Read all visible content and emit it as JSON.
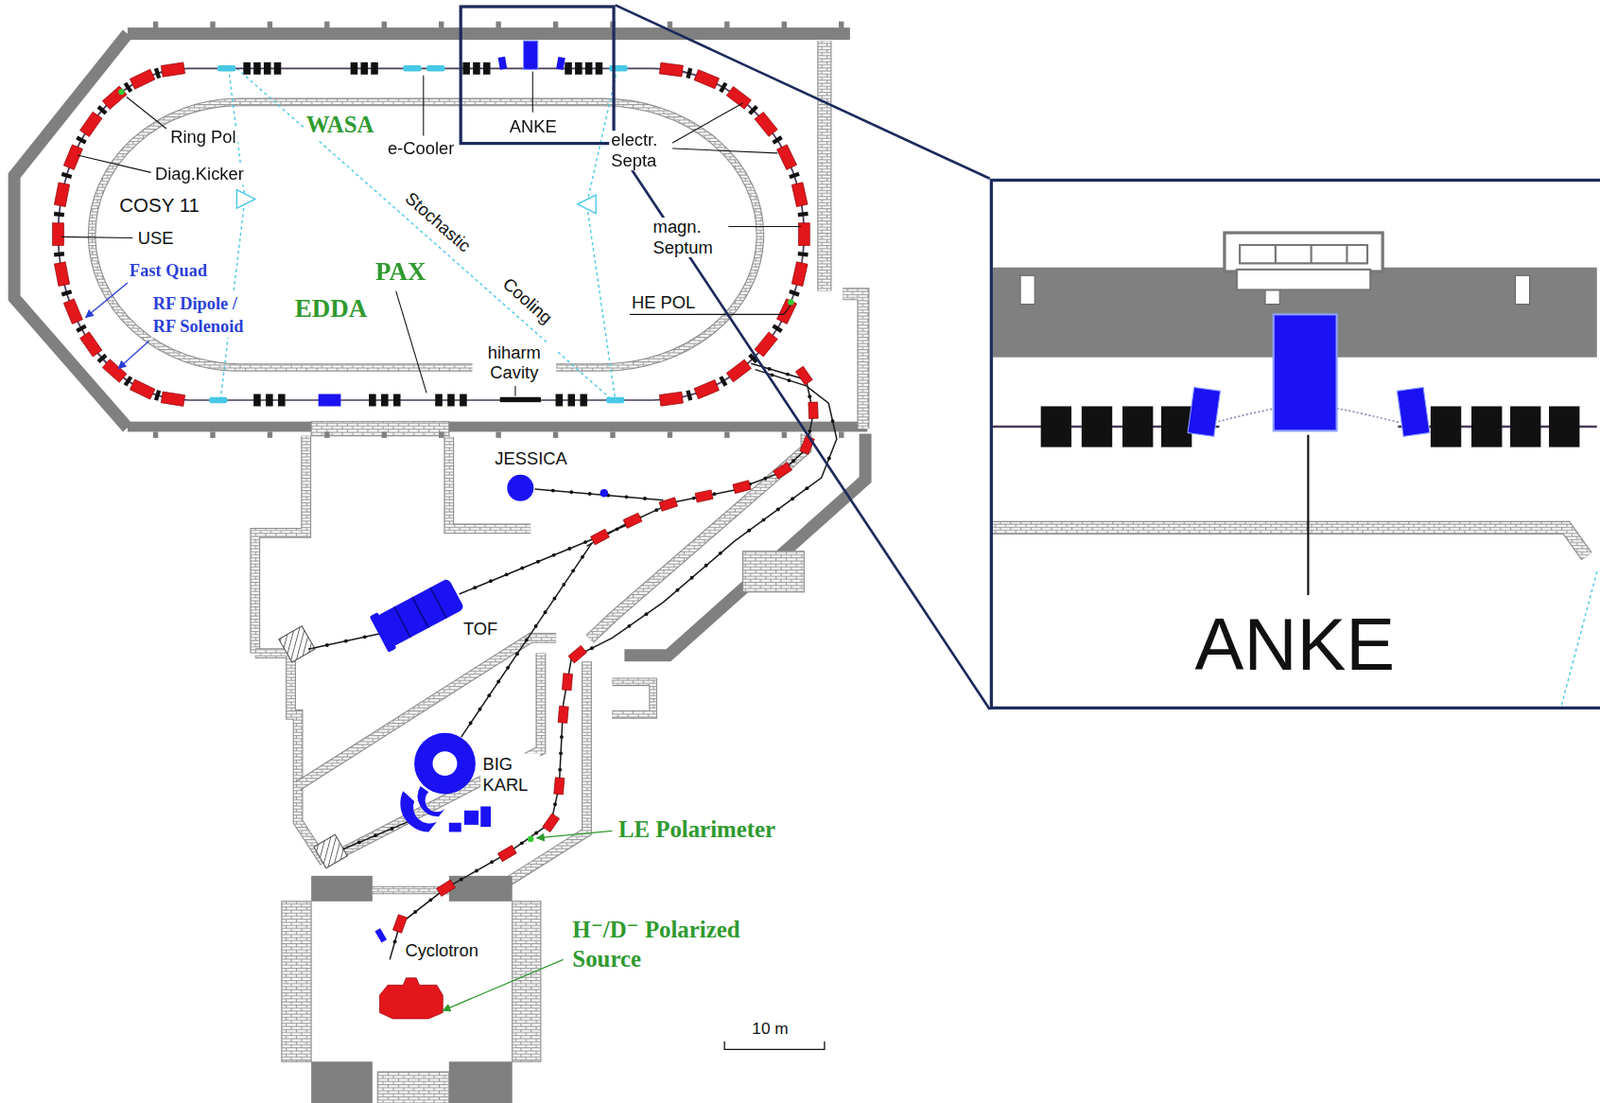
{
  "diagram": {
    "nodes": [
      {
        "text": [
          "ANKE"
        ]
      },
      {
        "text": [
          "ANKE"
        ]
      }
    ],
    "edges": [
      {
        "from": 0,
        "to": 1,
        "arrow": "none"
      }
    ],
    "labels": [
      "WASA",
      "e-Cooler",
      "electr. Septa",
      "Ring Pol",
      "Diag.Kicker",
      "COSY 11",
      "magn. Septum",
      "Stochastic Cooling",
      "USE",
      "Fast Quad",
      "PAX",
      "HE POL",
      "RF Dipole / RF Solenoid",
      "EDDA",
      "hiharm Cavity",
      "JESSICA",
      "TOF",
      "BIG KARL",
      "LE Polarimeter",
      "H⁻/D⁻ Polarized Source",
      "Cyclotron",
      "10 m"
    ]
  }
}
